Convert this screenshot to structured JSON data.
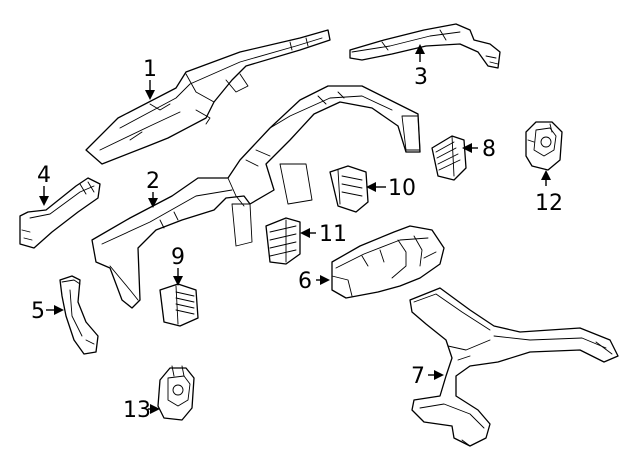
{
  "diagram": {
    "callouts": [
      {
        "id": "c1",
        "label": "1"
      },
      {
        "id": "c2",
        "label": "2"
      },
      {
        "id": "c3",
        "label": "3"
      },
      {
        "id": "c4",
        "label": "4"
      },
      {
        "id": "c5",
        "label": "5"
      },
      {
        "id": "c6",
        "label": "6"
      },
      {
        "id": "c7",
        "label": "7"
      },
      {
        "id": "c8",
        "label": "8"
      },
      {
        "id": "c9",
        "label": "9"
      },
      {
        "id": "c10",
        "label": "10"
      },
      {
        "id": "c11",
        "label": "11"
      },
      {
        "id": "c12",
        "label": "12"
      },
      {
        "id": "c13",
        "label": "13"
      }
    ],
    "colors": {
      "line": "#000000",
      "background": "#ffffff"
    }
  }
}
